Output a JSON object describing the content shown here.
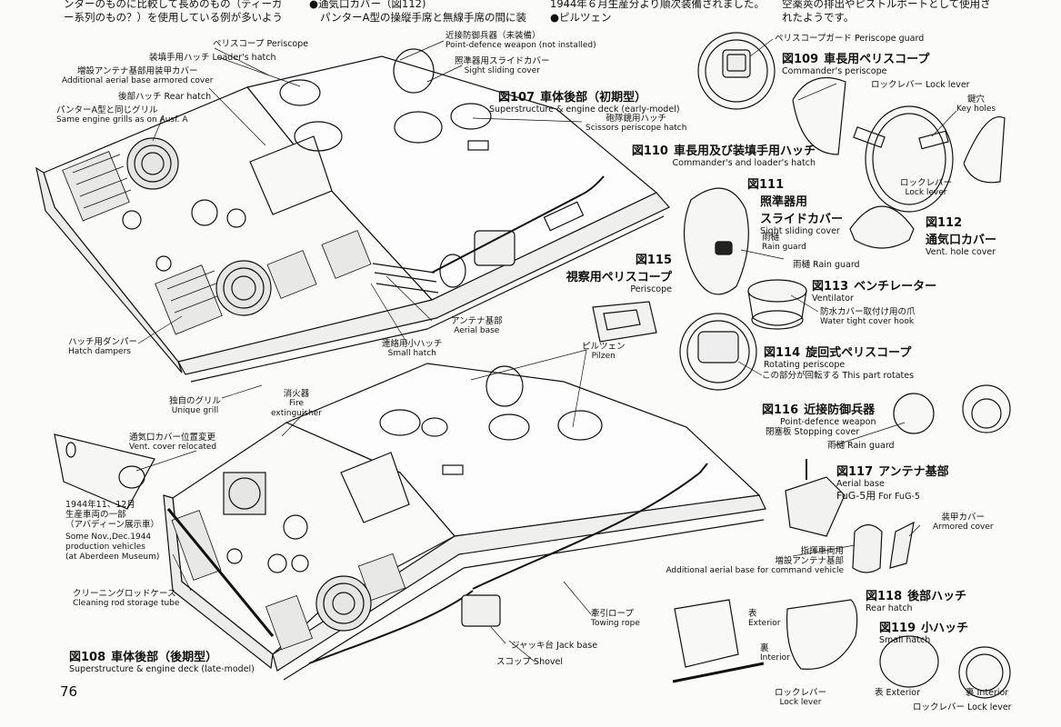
{
  "page_number": "76",
  "top_text": {
    "col1_line1": "ンターのものに比較して長めのもの（ティーガ",
    "col1_line2": "ー系列のもの？）を使用している例が多いよう",
    "col2_line1": "●通気口カバー（図112)",
    "col2_line2": "パンターA型の操縦手席と無線手席の間に装",
    "col3_line1": "1944年６月生産分より順次装備されました。",
    "col3_line2": "●ピルツェン",
    "col4_line1": "空薬莢の排出やピストルポートとして使用さ",
    "col4_line2": "れたようです。"
  },
  "figures": {
    "fig107": {
      "num": "図107",
      "title": "車体後部（初期型）",
      "en": "Superstructure & engine deck (early-model)"
    },
    "fig108": {
      "num": "図108",
      "title": "車体後部（後期型）",
      "en": "Superstructure & engine deck (late-model)"
    },
    "fig109": {
      "num": "図109",
      "title": "車長用ペリスコープ",
      "en": "Commander's periscope"
    },
    "fig110": {
      "num": "図110",
      "title": "車長用及び装填手用ハッチ",
      "en": "Commander's and loader's hatch"
    },
    "fig111": {
      "num": "図111",
      "title_line1": "照準器用",
      "title_line2": "スライドカバー",
      "en": "Sight sliding cover"
    },
    "fig112": {
      "num": "図112",
      "title": "通気口カバー",
      "en": "Vent. hole cover"
    },
    "fig113": {
      "num": "図113",
      "title": "ベンチレーター",
      "en": "Ventilator"
    },
    "fig114": {
      "num": "図114",
      "title": "旋回式ペリスコープ",
      "en": "Rotating periscope"
    },
    "fig115": {
      "num": "図115",
      "title": "視察用ペリスコープ",
      "en": "Periscope"
    },
    "fig116": {
      "num": "図116",
      "title": "近接防御兵器",
      "en": "Point-defence weapon"
    },
    "fig117": {
      "num": "図117",
      "title": "アンテナ基部",
      "en": "Aerial base"
    },
    "fig118": {
      "num": "図118",
      "title": "後部ハッチ",
      "en": "Rear hatch"
    },
    "fig119": {
      "num": "図119",
      "title": "小ハッチ",
      "en": "Small hatch"
    }
  },
  "labels": {
    "periscope": {
      "ja": "ペリスコープ",
      "en": "Periscope"
    },
    "loaders_hatch": {
      "ja": "装填手用ハッチ",
      "en": "Loader's hatch"
    },
    "aerial_armor": {
      "ja": "増設アンテナ基部用装甲カバー",
      "en": "Additional aerial base armored cover"
    },
    "rear_hatch": {
      "ja": "後部ハッチ",
      "en": "Rear hatch"
    },
    "grills_a": {
      "ja": "パンターA型と同じグリル",
      "en": "Same engine grills as on Ausf. A"
    },
    "pdw_not_installed": {
      "ja": "近接防御兵器（未装備）",
      "en": "Point-defence weapon (not installed)"
    },
    "sight_cover": {
      "ja": "照準器用スライドカバー",
      "en": "Sight sliding cover"
    },
    "scissors_hatch": {
      "ja": "砲隊鏡用ハッチ",
      "en": "Scissors periscope hatch"
    },
    "hatch_dampers": {
      "ja": "ハッチ用ダンパー",
      "en": "Hatch dampers"
    },
    "aerial_base": {
      "ja": "アンテナ基部",
      "en": "Aerial base"
    },
    "small_hatch": {
      "ja": "連絡用小ハッチ",
      "en": "Small hatch"
    },
    "pilzen": {
      "ja": "ピルツェン",
      "en": "Pilzen"
    },
    "unique_grill": {
      "ja": "独自のグリル",
      "en": "Unique grill"
    },
    "fire_ext": {
      "ja": "消火器",
      "en1": "Fire",
      "en2": "extinguisher"
    },
    "vent_reloc": {
      "ja": "通気口カバー位置変更",
      "en": "Vent. cover relocated"
    },
    "aberdeen": {
      "ja1": "1944年11、12月",
      "ja2": "生産車両の一部",
      "ja3": "（アバディーン展示車）",
      "en1": "Some Nov.,Dec.1944",
      "en2": "production vehicles",
      "en3": "(at Aberdeen Museum)"
    },
    "cleaning_rod": {
      "ja": "クリーニングロッドケース",
      "en": "Cleaning rod storage tube"
    },
    "towing_rope": {
      "ja": "牽引ロープ",
      "en": "Towing rope"
    },
    "jack_base": {
      "ja": "ジャッキ台",
      "en": "Jack base"
    },
    "shovel": {
      "ja": "スコップ",
      "en": "Shovel"
    },
    "periscope_guard": {
      "ja": "ペリスコープガード",
      "en": "Periscope guard"
    },
    "lock_lever_a": {
      "ja": "ロックレバー",
      "en": "Lock lever"
    },
    "key_holes": {
      "ja": "鍵穴",
      "en": "Key holes"
    },
    "lock_lever_b": {
      "ja": "ロックレバー",
      "en": "Lock lever"
    },
    "rain_guard_a": {
      "ja": "雨樋",
      "en": "Rain guard"
    },
    "rain_guard_b": {
      "ja": "雨樋",
      "en": "Rain guard"
    },
    "water_hook": {
      "ja": "防水カバー取付け用の爪",
      "en": "Water tight cover hook"
    },
    "rotates": {
      "ja": "この部分が回転する",
      "en": "This part rotates"
    },
    "stopping_cover": {
      "ja": "閉塞板",
      "en": "Stopping cover"
    },
    "rain_guard_c": {
      "ja": "雨樋",
      "en": "Rain guard"
    },
    "fug5": {
      "ja": "FuG-5用",
      "en": "For FuG-5"
    },
    "armored_cover": {
      "ja": "装甲カバー",
      "en": "Armored cover"
    },
    "cmd_aerial": {
      "ja1": "指揮車両用",
      "ja2": "増設アンテナ基部",
      "en": "Additional aerial base for command vehicle"
    },
    "exterior_a": {
      "ja": "表",
      "en": "Exterior"
    },
    "interior_a": {
      "ja": "裏",
      "en": "Interior"
    },
    "lock_lever_c": {
      "ja": "ロックレバー",
      "en": "Lock lever"
    },
    "exterior_b": {
      "ja": "表",
      "en": "Exterior"
    },
    "interior_b": {
      "ja": "裏",
      "en": "Interior"
    },
    "lock_lever_d": {
      "ja": "ロックレバー",
      "en": "Lock lever"
    }
  }
}
